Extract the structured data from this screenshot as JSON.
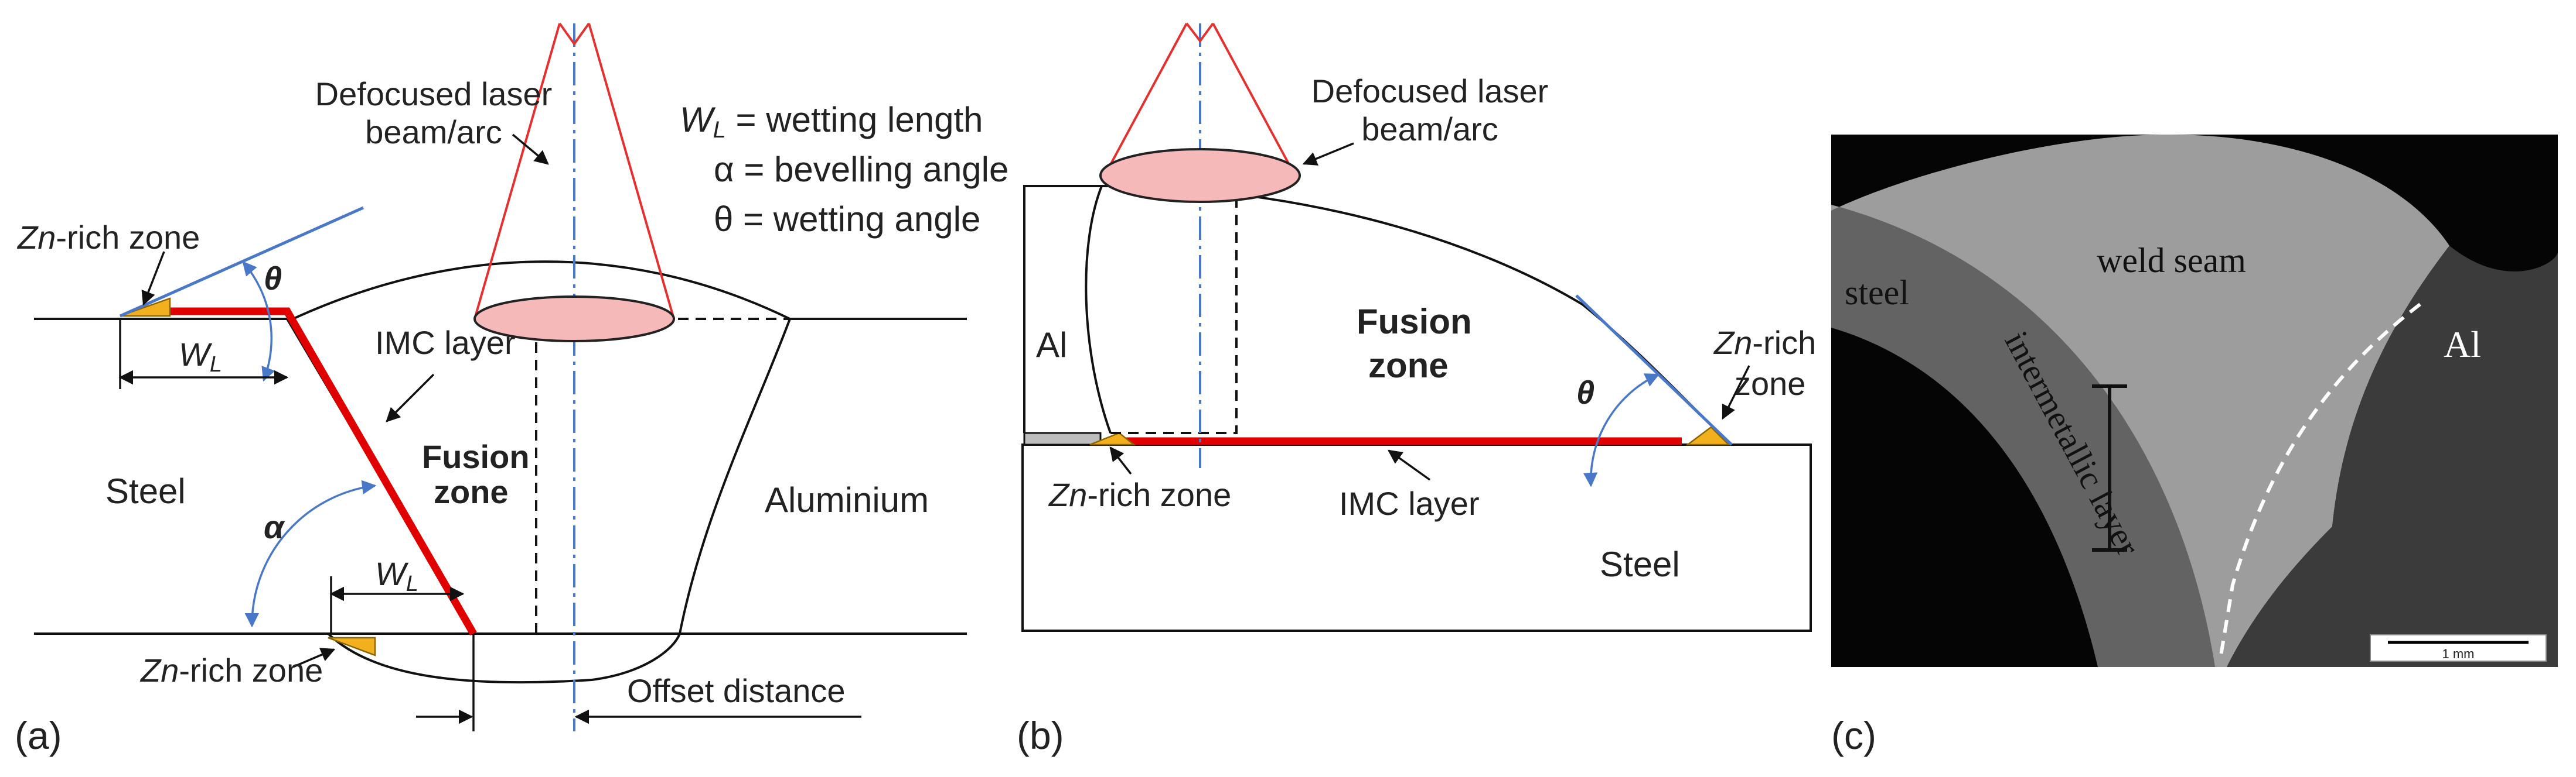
{
  "panel_a": {
    "letter": "(a)",
    "laser_label_line1": "Defocused laser",
    "laser_label_line2": "beam/arc",
    "legend_wl_symbol": "W",
    "legend_wl_sub": "L",
    "legend_wl_text": " = wetting length",
    "legend_alpha": "α = bevelling angle",
    "legend_theta": "θ = wetting angle",
    "zn_top_italic": "Zn",
    "zn_top_rest": "-rich zone",
    "zn_bottom_italic": "Zn",
    "zn_bottom_rest": "-rich zone",
    "theta": "θ",
    "alpha": "α",
    "wl_top_symbol": "W",
    "wl_top_sub": "L",
    "wl_bottom_symbol": "W",
    "wl_bottom_sub": "L",
    "imc_label": "IMC layer",
    "fusion_line1": "Fusion",
    "fusion_line2": "zone",
    "steel": "Steel",
    "aluminium": "Aluminium",
    "offset_distance": "Offset distance"
  },
  "panel_b": {
    "letter": "(b)",
    "laser_label_line1": "Defocused laser",
    "laser_label_line2": "beam/arc",
    "al": "Al",
    "fusion_line1": "Fusion",
    "fusion_line2": "zone",
    "theta": "θ",
    "zn_right_italic": "Zn",
    "zn_right_rest": "-rich",
    "zn_right_line2": "zone",
    "zn_left_italic": "Zn",
    "zn_left_rest": "-rich zone",
    "imc_label": "IMC layer",
    "steel": "Steel"
  },
  "panel_c": {
    "letter": "(c)",
    "steel": "steel",
    "weld_seam": "weld seam",
    "al": "Al",
    "intermetallic": "intermetallic layer",
    "scale_bar": "1 mm"
  },
  "colors": {
    "imc_layer": "#e00000",
    "zn_rich_zone": "#f2b01e",
    "laser_beam": "#e53030",
    "laser_spot": "#f6b9b9",
    "beam_axis": "#4a78c8",
    "micrograph_background": "#050505"
  }
}
